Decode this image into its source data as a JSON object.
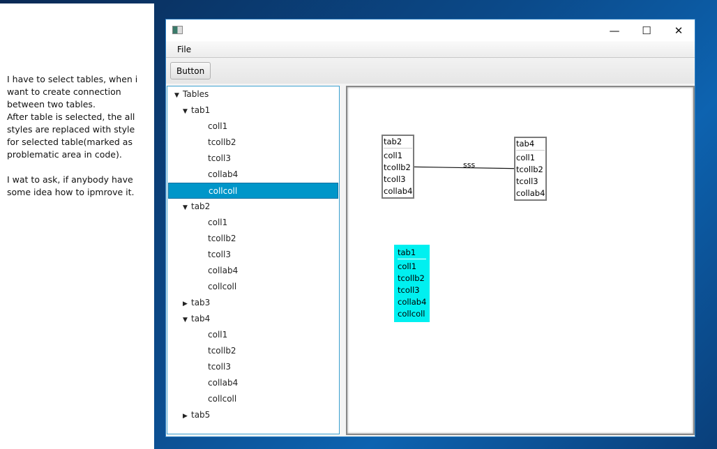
{
  "note": "I have to select tables, when i want to create connection between two tables.\nAfter table is selected, the all styles are replaced with style for selected table(marked as problematic area in code).\n\nI wat to ask, if anybody have some idea how to ipmrove it.",
  "window": {
    "minimize": "—",
    "maximize": "☐",
    "close": "✕"
  },
  "menu": {
    "file": "File"
  },
  "toolbar": {
    "button": "Button"
  },
  "tree": [
    {
      "label": "Tables",
      "level": 0,
      "arrow": "▼"
    },
    {
      "label": "tab1",
      "level": 1,
      "arrow": "▼"
    },
    {
      "label": "coll1",
      "level": 2
    },
    {
      "label": "tcollb2",
      "level": 2
    },
    {
      "label": "tcoll3",
      "level": 2
    },
    {
      "label": "collab4",
      "level": 2
    },
    {
      "label": "collcoll",
      "level": 2,
      "selected": true
    },
    {
      "label": "tab2",
      "level": 1,
      "arrow": "▼"
    },
    {
      "label": "coll1",
      "level": 2
    },
    {
      "label": "tcollb2",
      "level": 2
    },
    {
      "label": "tcoll3",
      "level": 2
    },
    {
      "label": "collab4",
      "level": 2
    },
    {
      "label": "collcoll",
      "level": 2
    },
    {
      "label": "tab3",
      "level": 1,
      "arrow": "▶"
    },
    {
      "label": "tab4",
      "level": 1,
      "arrow": "▼"
    },
    {
      "label": "coll1",
      "level": 2
    },
    {
      "label": "tcollb2",
      "level": 2
    },
    {
      "label": "tcoll3",
      "level": 2
    },
    {
      "label": "collab4",
      "level": 2
    },
    {
      "label": "collcoll",
      "level": 2
    },
    {
      "label": "tab5",
      "level": 1,
      "arrow": "▶"
    }
  ],
  "diagram": {
    "tables": [
      {
        "name": "tab2",
        "columns": [
          "coll1",
          "tcollb2",
          "tcoll3",
          "collab4"
        ]
      },
      {
        "name": "tab4",
        "columns": [
          "coll1",
          "tcollb2",
          "tcoll3",
          "collab4"
        ]
      },
      {
        "name": "tab1",
        "columns": [
          "coll1",
          "tcollb2",
          "tcoll3",
          "collab4",
          "collcoll"
        ],
        "selected": true
      }
    ],
    "connection_label": "sss",
    "selected_color": "#00f0f0"
  }
}
